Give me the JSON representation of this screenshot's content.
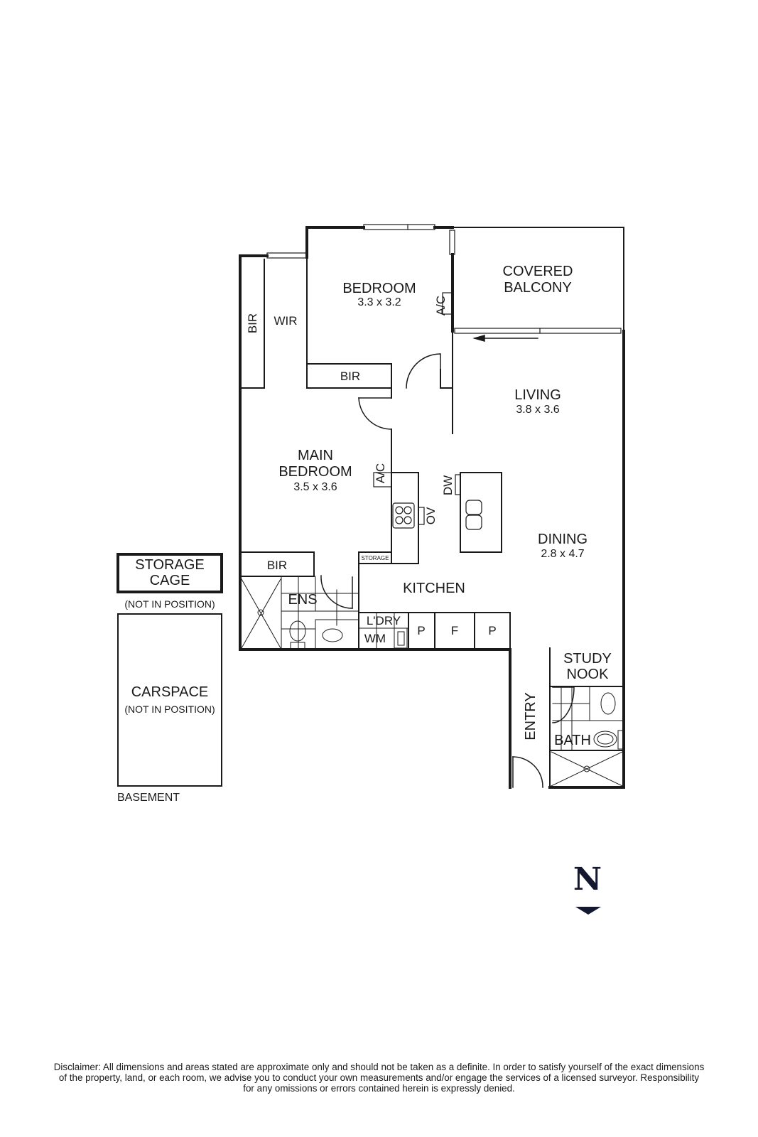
{
  "rooms": {
    "bedroom": {
      "name": "BEDROOM",
      "dims": "3.3 x 3.2"
    },
    "covered_balcony": {
      "line1": "COVERED",
      "line2": "BALCONY"
    },
    "living": {
      "name": "LIVING",
      "dims": "3.8 x 3.6"
    },
    "main_bedroom": {
      "line1": "MAIN",
      "line2": "BEDROOM",
      "dims": "3.5 x 3.6"
    },
    "dining": {
      "name": "DINING",
      "dims": "2.8 x 4.7"
    },
    "kitchen": {
      "name": "KITCHEN"
    },
    "ensuite": {
      "name": "ENS"
    },
    "laundry": {
      "name": "L'DRY",
      "appliance": "WM"
    },
    "study_nook": {
      "line1": "STUDY",
      "line2": "NOOK"
    },
    "entry": {
      "name": "ENTRY"
    },
    "bath": {
      "name": "BATH"
    },
    "wir": {
      "name": "WIR"
    }
  },
  "fixtures": {
    "bir_wir": "BIR",
    "bir_bedroom": "BIR",
    "bir_main": "BIR",
    "ac_bedroom": "A/C",
    "ac_main": "A/C",
    "dishwasher": "DW",
    "oven": "OV",
    "storage": "STORAGE",
    "pantry_1": "P",
    "fridge": "F",
    "pantry_2": "P"
  },
  "basement": {
    "storage_cage": {
      "line1": "STORAGE",
      "line2": "CAGE",
      "note": "(NOT IN POSITION)"
    },
    "carspace": {
      "name": "CARSPACE",
      "note": "(NOT IN POSITION)"
    },
    "label": "BASEMENT"
  },
  "compass": {
    "letter": "N",
    "color": "#14182e"
  },
  "disclaimer": {
    "line1": "Disclaimer: All dimensions and areas stated are approximate only and should not be taken as a definite. In order to satisfy yourself of the exact dimensions",
    "line2": "of the property, land, or each room, we advise you to conduct your own measurements and/or engage the services of a licensed surveyor. Responsibility",
    "line3": "for any omissions or errors contained herein is expressly denied."
  }
}
